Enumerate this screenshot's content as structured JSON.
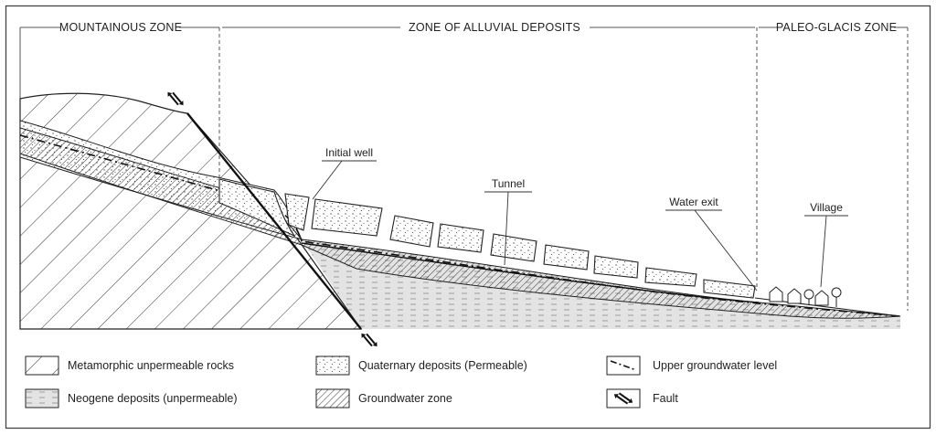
{
  "zones": {
    "mountainous": "MOUNTAINOUS ZONE",
    "alluvial": "ZONE OF ALLUVIAL DEPOSITS",
    "paleo_glacis": "PALEO-GLACIS ZONE"
  },
  "callouts": {
    "initial_well": "Initial well",
    "tunnel": "Tunnel",
    "water_exit": "Water exit",
    "village": "Village"
  },
  "legend": {
    "metamorphic": "Metamorphic unpermeable rocks",
    "quaternary": "Quaternary deposits (Permeable)",
    "upper_gw": "Upper groundwater level",
    "neogene": "Neogene deposits (unpermeable)",
    "gw_zone": "Groundwater zone",
    "fault": "Fault"
  },
  "colors": {
    "ink": "#222222",
    "frame": "#444444",
    "neogene_fill": "#e3e3e3",
    "paper": "#ffffff"
  },
  "patterns": {
    "metamorphic": "diagonal-wide-hatch",
    "quaternary": "stipple-dots",
    "neogene": "horizontal-dashes",
    "groundwater": "diagonal-dense-hatch",
    "fault": "double-arrow-symbol"
  }
}
